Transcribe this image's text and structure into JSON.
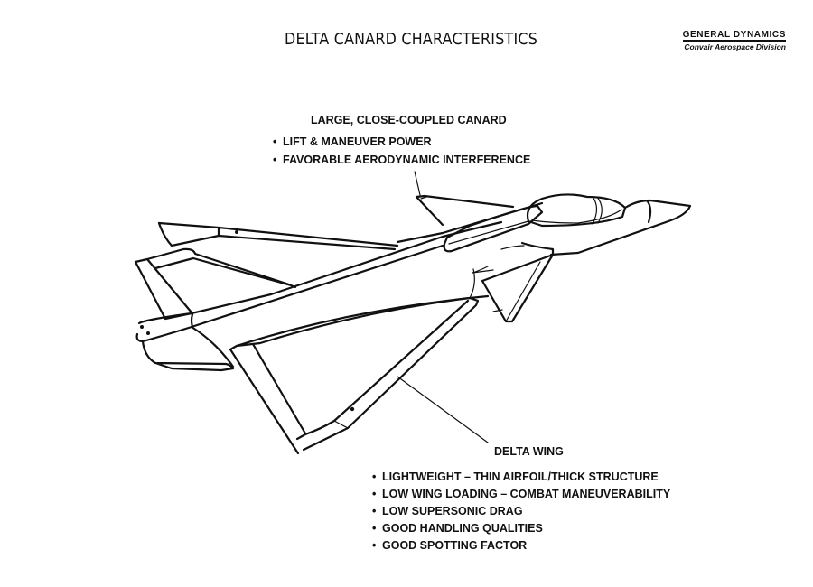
{
  "header": {
    "title": "DELTA CANARD CHARACTERISTICS",
    "brand_name": "GENERAL DYNAMICS",
    "brand_division": "Convair Aerospace Division"
  },
  "canard": {
    "heading": "LARGE, CLOSE-COUPLED CANARD",
    "bullets": [
      "LIFT & MANEUVER POWER",
      "FAVORABLE AERODYNAMIC INTERFERENCE"
    ]
  },
  "wing": {
    "heading": "DELTA WING",
    "bullets": [
      "LIGHTWEIGHT – THIN AIRFOIL/THICK STRUCTURE",
      "LOW WING LOADING – COMBAT MANEUVERABILITY",
      "LOW SUPERSONIC DRAG",
      "GOOD HANDLING QUALITIES",
      "GOOD SPOTTING FACTOR"
    ]
  },
  "bullet_glyph": "•",
  "figure": {
    "subject": "delta-canard fighter aircraft line drawing",
    "ink_color": "#111111",
    "paper_color": "#ffffff"
  }
}
